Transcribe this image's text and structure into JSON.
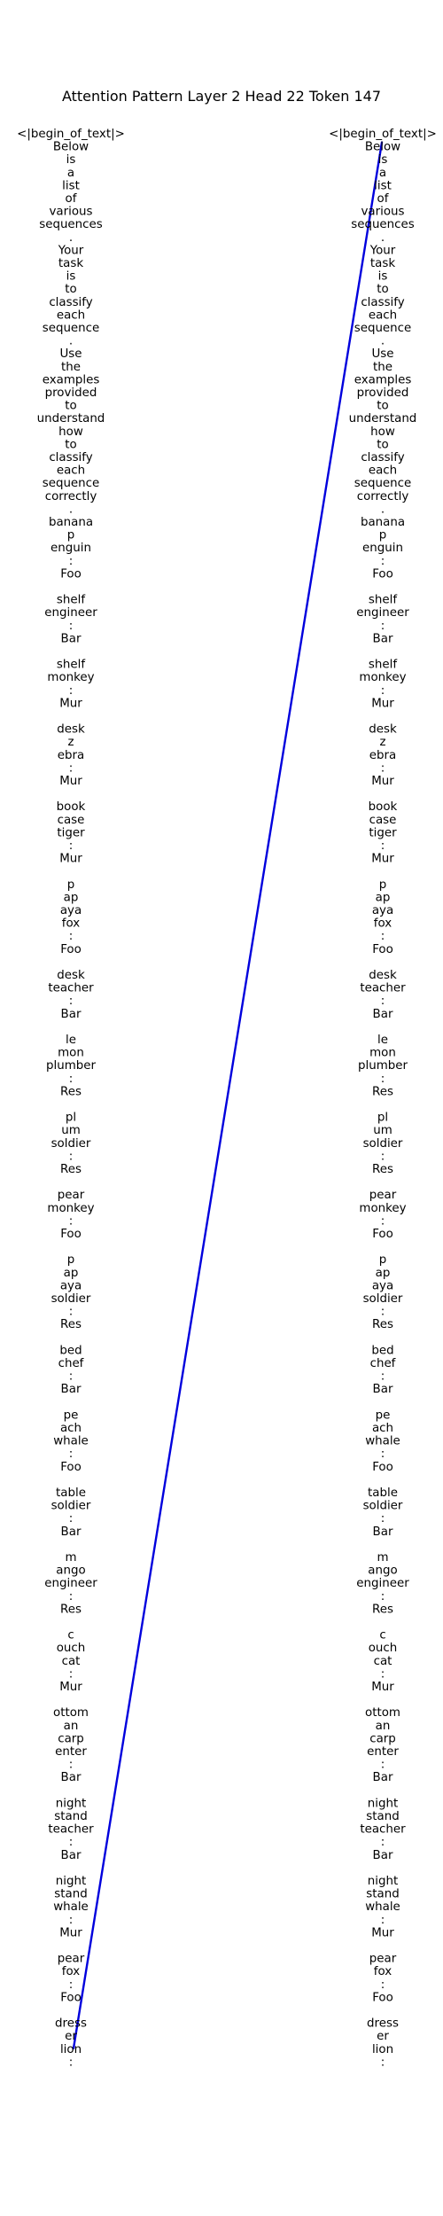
{
  "title": "Attention Pattern Layer 2 Head 22 Token 147",
  "line_color": "#0000dd",
  "chart_data": {
    "type": "attention-line",
    "title": "Attention Pattern Layer 2 Head 22 Token 147",
    "source_tokens": [
      "<|begin_of_text|>",
      "Below",
      "is",
      "a",
      "list",
      "of",
      "various",
      "sequences",
      ".",
      "Your",
      "task",
      "is",
      "to",
      "classify",
      "each",
      "sequence",
      ".",
      "Use",
      "the",
      "examples",
      "provided",
      "to",
      "understand",
      "how",
      "to",
      "classify",
      "each",
      "sequence",
      "correctly",
      ".",
      "banana",
      "p",
      "enguin",
      ":",
      "Foo",
      "",
      "shelf",
      "engineer",
      ":",
      "Bar",
      "",
      "shelf",
      "monkey",
      ":",
      "Mur",
      "",
      "desk",
      "z",
      "ebra",
      ":",
      "Mur",
      "",
      "book",
      "case",
      "tiger",
      ":",
      "Mur",
      "",
      "p",
      "ap",
      "aya",
      "fox",
      ":",
      "Foo",
      "",
      "desk",
      "teacher",
      ":",
      "Bar",
      "",
      "le",
      "mon",
      "plumber",
      ":",
      "Res",
      "",
      "pl",
      "um",
      "soldier",
      ":",
      "Res",
      "",
      "pear",
      "monkey",
      ":",
      "Foo",
      "",
      "p",
      "ap",
      "aya",
      "soldier",
      ":",
      "Res",
      "",
      "bed",
      "chef",
      ":",
      "Bar",
      "",
      "pe",
      "ach",
      "whale",
      ":",
      "Foo",
      "",
      "table",
      "soldier",
      ":",
      "Bar",
      "",
      "m",
      "ango",
      "engineer",
      ":",
      "Res",
      "",
      "c",
      "ouch",
      "cat",
      ":",
      "Mur",
      "",
      "ottom",
      "an",
      "carp",
      "enter",
      ":",
      "Bar",
      "",
      "night",
      "stand",
      "teacher",
      ":",
      "Bar",
      "",
      "night",
      "stand",
      "whale",
      ":",
      "Mur",
      "",
      "pear",
      "fox",
      ":",
      "Foo",
      "",
      "dress",
      "er",
      "lion",
      ":"
    ],
    "target_tokens": [
      "<|begin_of_text|>",
      "Below",
      "is",
      "a",
      "list",
      "of",
      "various",
      "sequences",
      ".",
      "Your",
      "task",
      "is",
      "to",
      "classify",
      "each",
      "sequence",
      ".",
      "Use",
      "the",
      "examples",
      "provided",
      "to",
      "understand",
      "how",
      "to",
      "classify",
      "each",
      "sequence",
      "correctly",
      ".",
      "banana",
      "p",
      "enguin",
      ":",
      "Foo",
      "",
      "shelf",
      "engineer",
      ":",
      "Bar",
      "",
      "shelf",
      "monkey",
      ":",
      "Mur",
      "",
      "desk",
      "z",
      "ebra",
      ":",
      "Mur",
      "",
      "book",
      "case",
      "tiger",
      ":",
      "Mur",
      "",
      "p",
      "ap",
      "aya",
      "fox",
      ":",
      "Foo",
      "",
      "desk",
      "teacher",
      ":",
      "Bar",
      "",
      "le",
      "mon",
      "plumber",
      ":",
      "Res",
      "",
      "pl",
      "um",
      "soldier",
      ":",
      "Res",
      "",
      "pear",
      "monkey",
      ":",
      "Foo",
      "",
      "p",
      "ap",
      "aya",
      "soldier",
      ":",
      "Res",
      "",
      "bed",
      "chef",
      ":",
      "Bar",
      "",
      "pe",
      "ach",
      "whale",
      ":",
      "Foo",
      "",
      "table",
      "soldier",
      ":",
      "Bar",
      "",
      "m",
      "ango",
      "engineer",
      ":",
      "Res",
      "",
      "c",
      "ouch",
      "cat",
      ":",
      "Mur",
      "",
      "ottom",
      "an",
      "carp",
      "enter",
      ":",
      "Bar",
      "",
      "night",
      "stand",
      "teacher",
      ":",
      "Bar",
      "",
      "night",
      "stand",
      "whale",
      ":",
      "Mur",
      "",
      "pear",
      "fox",
      ":",
      "Foo",
      "",
      "dress",
      "er",
      "lion",
      ":"
    ],
    "links": [
      {
        "source_index": 148,
        "target_index": 1,
        "weight": 1.0
      }
    ]
  }
}
